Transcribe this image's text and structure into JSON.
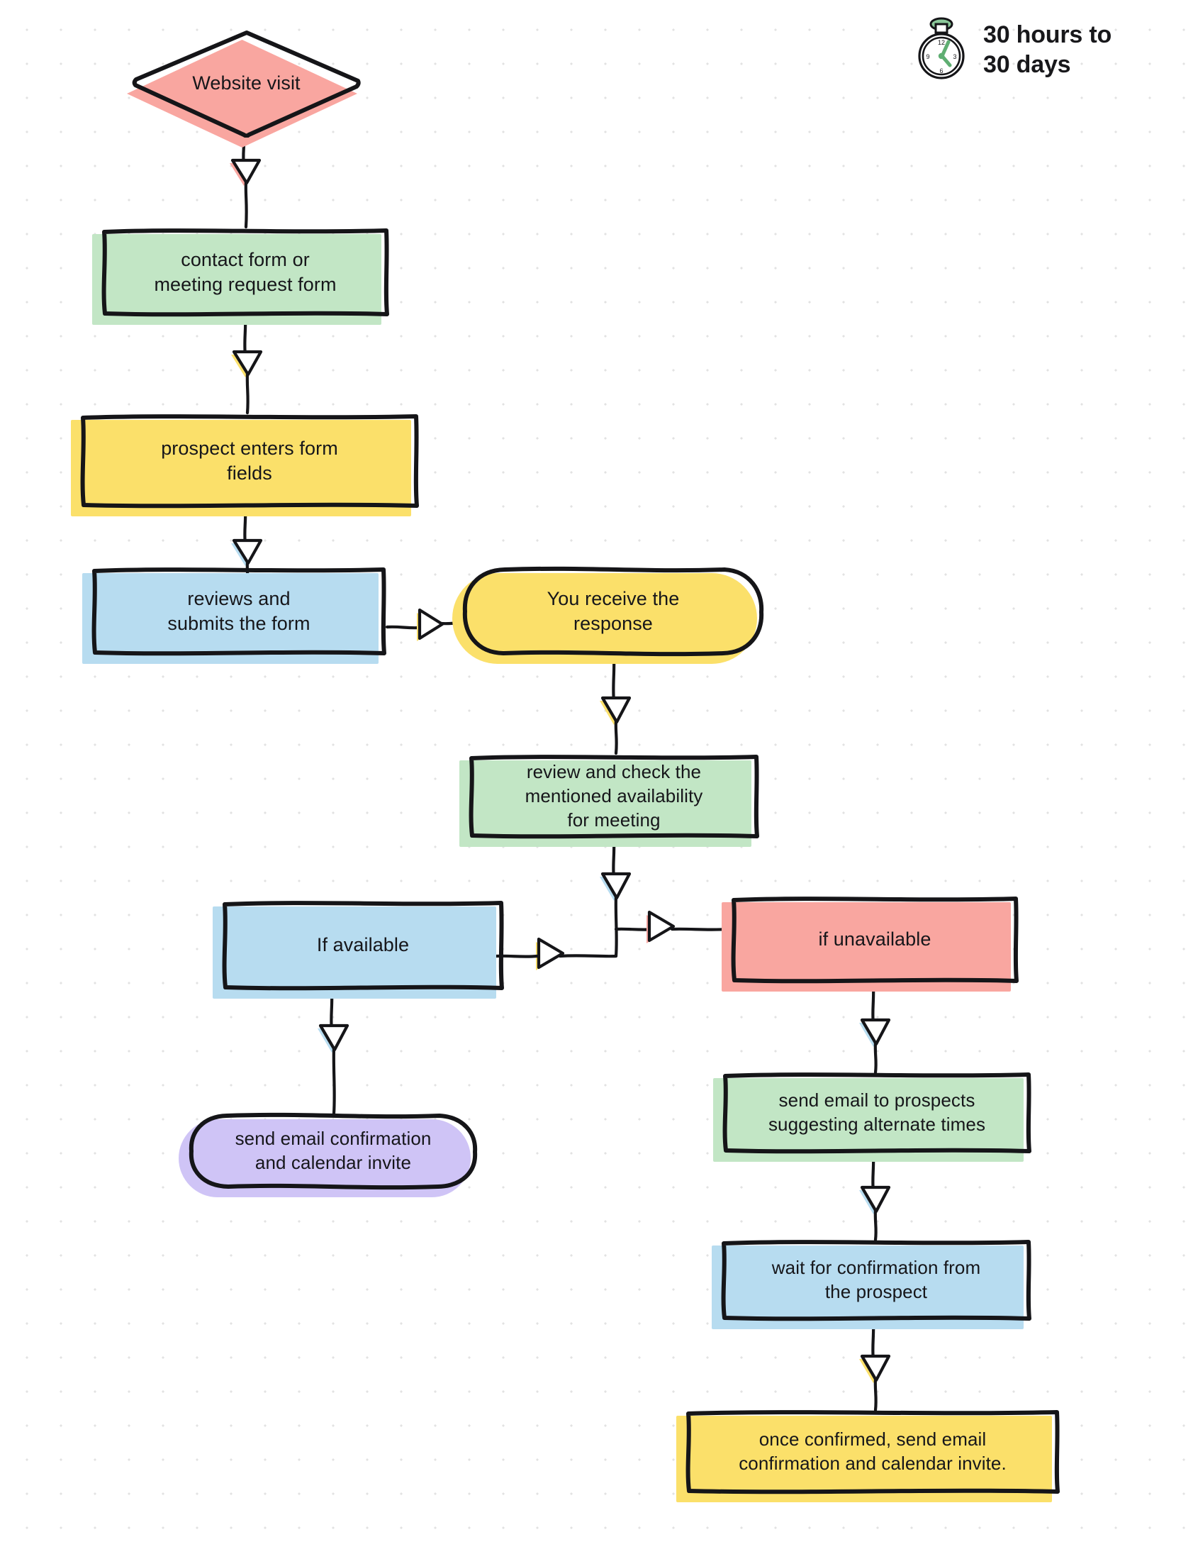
{
  "header": {
    "icon": "stopwatch-icon",
    "line1": "30 hours to",
    "line2": "30 days"
  },
  "palette": {
    "pink": "#F9A6A0",
    "green": "#C2E6C5",
    "yellow": "#FBE06A",
    "blue": "#B7DCF0",
    "purple": "#CFC4F6",
    "ink": "#151518",
    "grid_dot": "#E2E2E2",
    "paper": "#FFFFFF"
  },
  "nodes": [
    {
      "id": "website-visit",
      "label": "Website visit",
      "shape": "diamond",
      "color": "pink"
    },
    {
      "id": "contact-form",
      "label": "contact form or\nmeeting request form",
      "shape": "rect",
      "color": "green"
    },
    {
      "id": "enters-fields",
      "label": "prospect enters form\nfields",
      "shape": "rect",
      "color": "yellow"
    },
    {
      "id": "submits-form",
      "label": "reviews and\nsubmits the form",
      "shape": "rect",
      "color": "blue"
    },
    {
      "id": "receive-response",
      "label": "You receive the\nresponse",
      "shape": "pill",
      "color": "yellow"
    },
    {
      "id": "review-availability",
      "label": "review and check the\nmentioned availability\nfor meeting",
      "shape": "rect",
      "color": "green"
    },
    {
      "id": "if-available",
      "label": "If available",
      "shape": "rect",
      "color": "blue"
    },
    {
      "id": "if-unavailable",
      "label": "if unavailable",
      "shape": "rect",
      "color": "pink"
    },
    {
      "id": "send-confirmation",
      "label": "send email confirmation\nand calendar invite",
      "shape": "pill",
      "color": "purple"
    },
    {
      "id": "suggest-alternate",
      "label": "send email to prospects\nsuggesting alternate times",
      "shape": "rect",
      "color": "green"
    },
    {
      "id": "wait-confirmation",
      "label": "wait for confirmation from\nthe prospect",
      "shape": "rect",
      "color": "blue"
    },
    {
      "id": "once-confirmed",
      "label": "once confirmed, send email\nconfirmation and calendar invite.",
      "shape": "rect",
      "color": "yellow"
    }
  ],
  "edges": [
    {
      "from": "website-visit",
      "to": "contact-form",
      "marker": "pink"
    },
    {
      "from": "contact-form",
      "to": "enters-fields",
      "marker": "yellow"
    },
    {
      "from": "enters-fields",
      "to": "submits-form",
      "marker": "blue"
    },
    {
      "from": "submits-form",
      "to": "receive-response",
      "marker": "yellow"
    },
    {
      "from": "receive-response",
      "to": "review-availability",
      "marker": "yellow"
    },
    {
      "from": "review-availability",
      "to": "branch-junction",
      "marker": "blue"
    },
    {
      "from": "branch-junction",
      "to": "if-available",
      "marker": "yellow"
    },
    {
      "from": "branch-junction",
      "to": "if-unavailable",
      "marker": "pink"
    },
    {
      "from": "if-available",
      "to": "send-confirmation",
      "marker": "blue"
    },
    {
      "from": "if-unavailable",
      "to": "suggest-alternate",
      "marker": "blue"
    },
    {
      "from": "suggest-alternate",
      "to": "wait-confirmation",
      "marker": "blue"
    },
    {
      "from": "wait-confirmation",
      "to": "once-confirmed",
      "marker": "yellow"
    }
  ]
}
